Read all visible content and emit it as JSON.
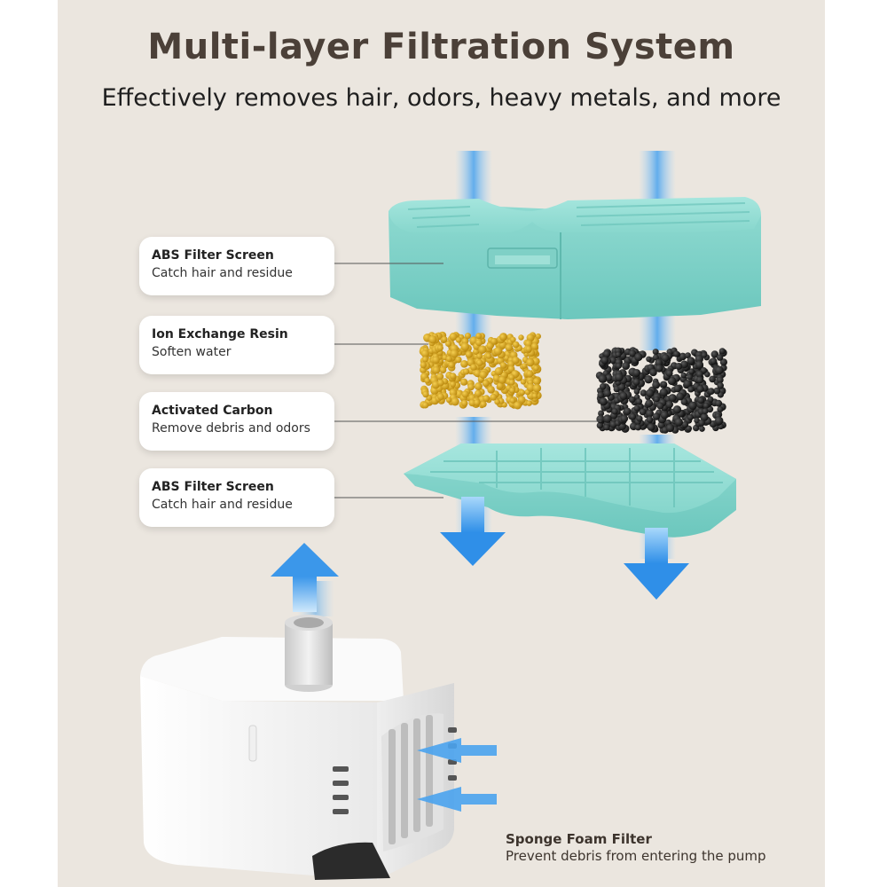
{
  "header": {
    "title": "Multi-layer Filtration System",
    "subtitle": "Effectively removes hair, odors, heavy metals, and more"
  },
  "layers": [
    {
      "name": "ABS Filter Screen",
      "description": "Catch hair and residue"
    },
    {
      "name": "Ion Exchange Resin",
      "description": "Soften water"
    },
    {
      "name": "Activated Carbon",
      "description": "Remove debris and odors"
    },
    {
      "name": "ABS Filter Screen",
      "description": "Catch hair and residue"
    }
  ],
  "pump": {
    "label": "Sponge Foam Filter",
    "description": "Prevent debris from entering the pump"
  },
  "colors": {
    "background": "#ebe6df",
    "title": "#4b4038",
    "filter_teal": "#8fd9d0",
    "resin_yellow": "#d9a520",
    "carbon_black": "#1e1e1e",
    "water_blue": "#4aa3ee",
    "pump_white": "#f7f7f7"
  }
}
